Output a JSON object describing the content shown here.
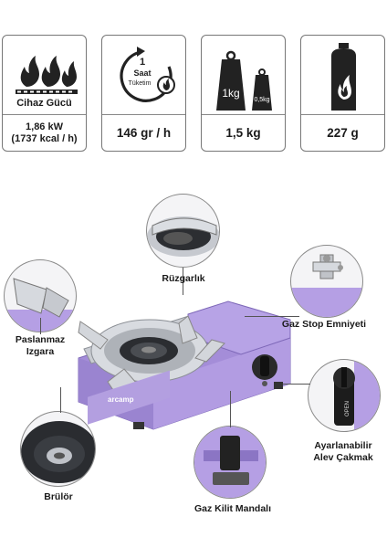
{
  "specs": [
    {
      "label": "Cihaz Gücü",
      "value_line1": "1,86 kW",
      "value_line2": "(1737 kcal / h)",
      "icon": "flame-burner-icon"
    },
    {
      "icon_text_num": "1",
      "icon_text_line1": "Saat",
      "icon_text_line2": "Tüketim",
      "value": "146 gr / h",
      "icon": "clock-flame-icon"
    },
    {
      "weight_big": "1kg",
      "weight_small": "0,5kg",
      "value": "1,5 kg",
      "icon": "weights-icon"
    },
    {
      "value": "227 g",
      "icon": "gas-canister-icon"
    }
  ],
  "features": {
    "windshield": "Rüzgarlık",
    "gas_stop": "Gaz Stop Emniyeti",
    "grate_line1": "Paslanmaz",
    "grate_line2": "Izgara",
    "igniter_line1": "Ayarlanabilir",
    "igniter_line2": "Alev Çakmak",
    "burner": "Brülör",
    "gas_lock": "Gaz Kilit Mandalı"
  },
  "brand": "arcamp",
  "colors": {
    "lavender": "#a08ad6",
    "lavender_dark": "#7e68b8",
    "steel": "#c9ccd2",
    "dark": "#222222"
  }
}
